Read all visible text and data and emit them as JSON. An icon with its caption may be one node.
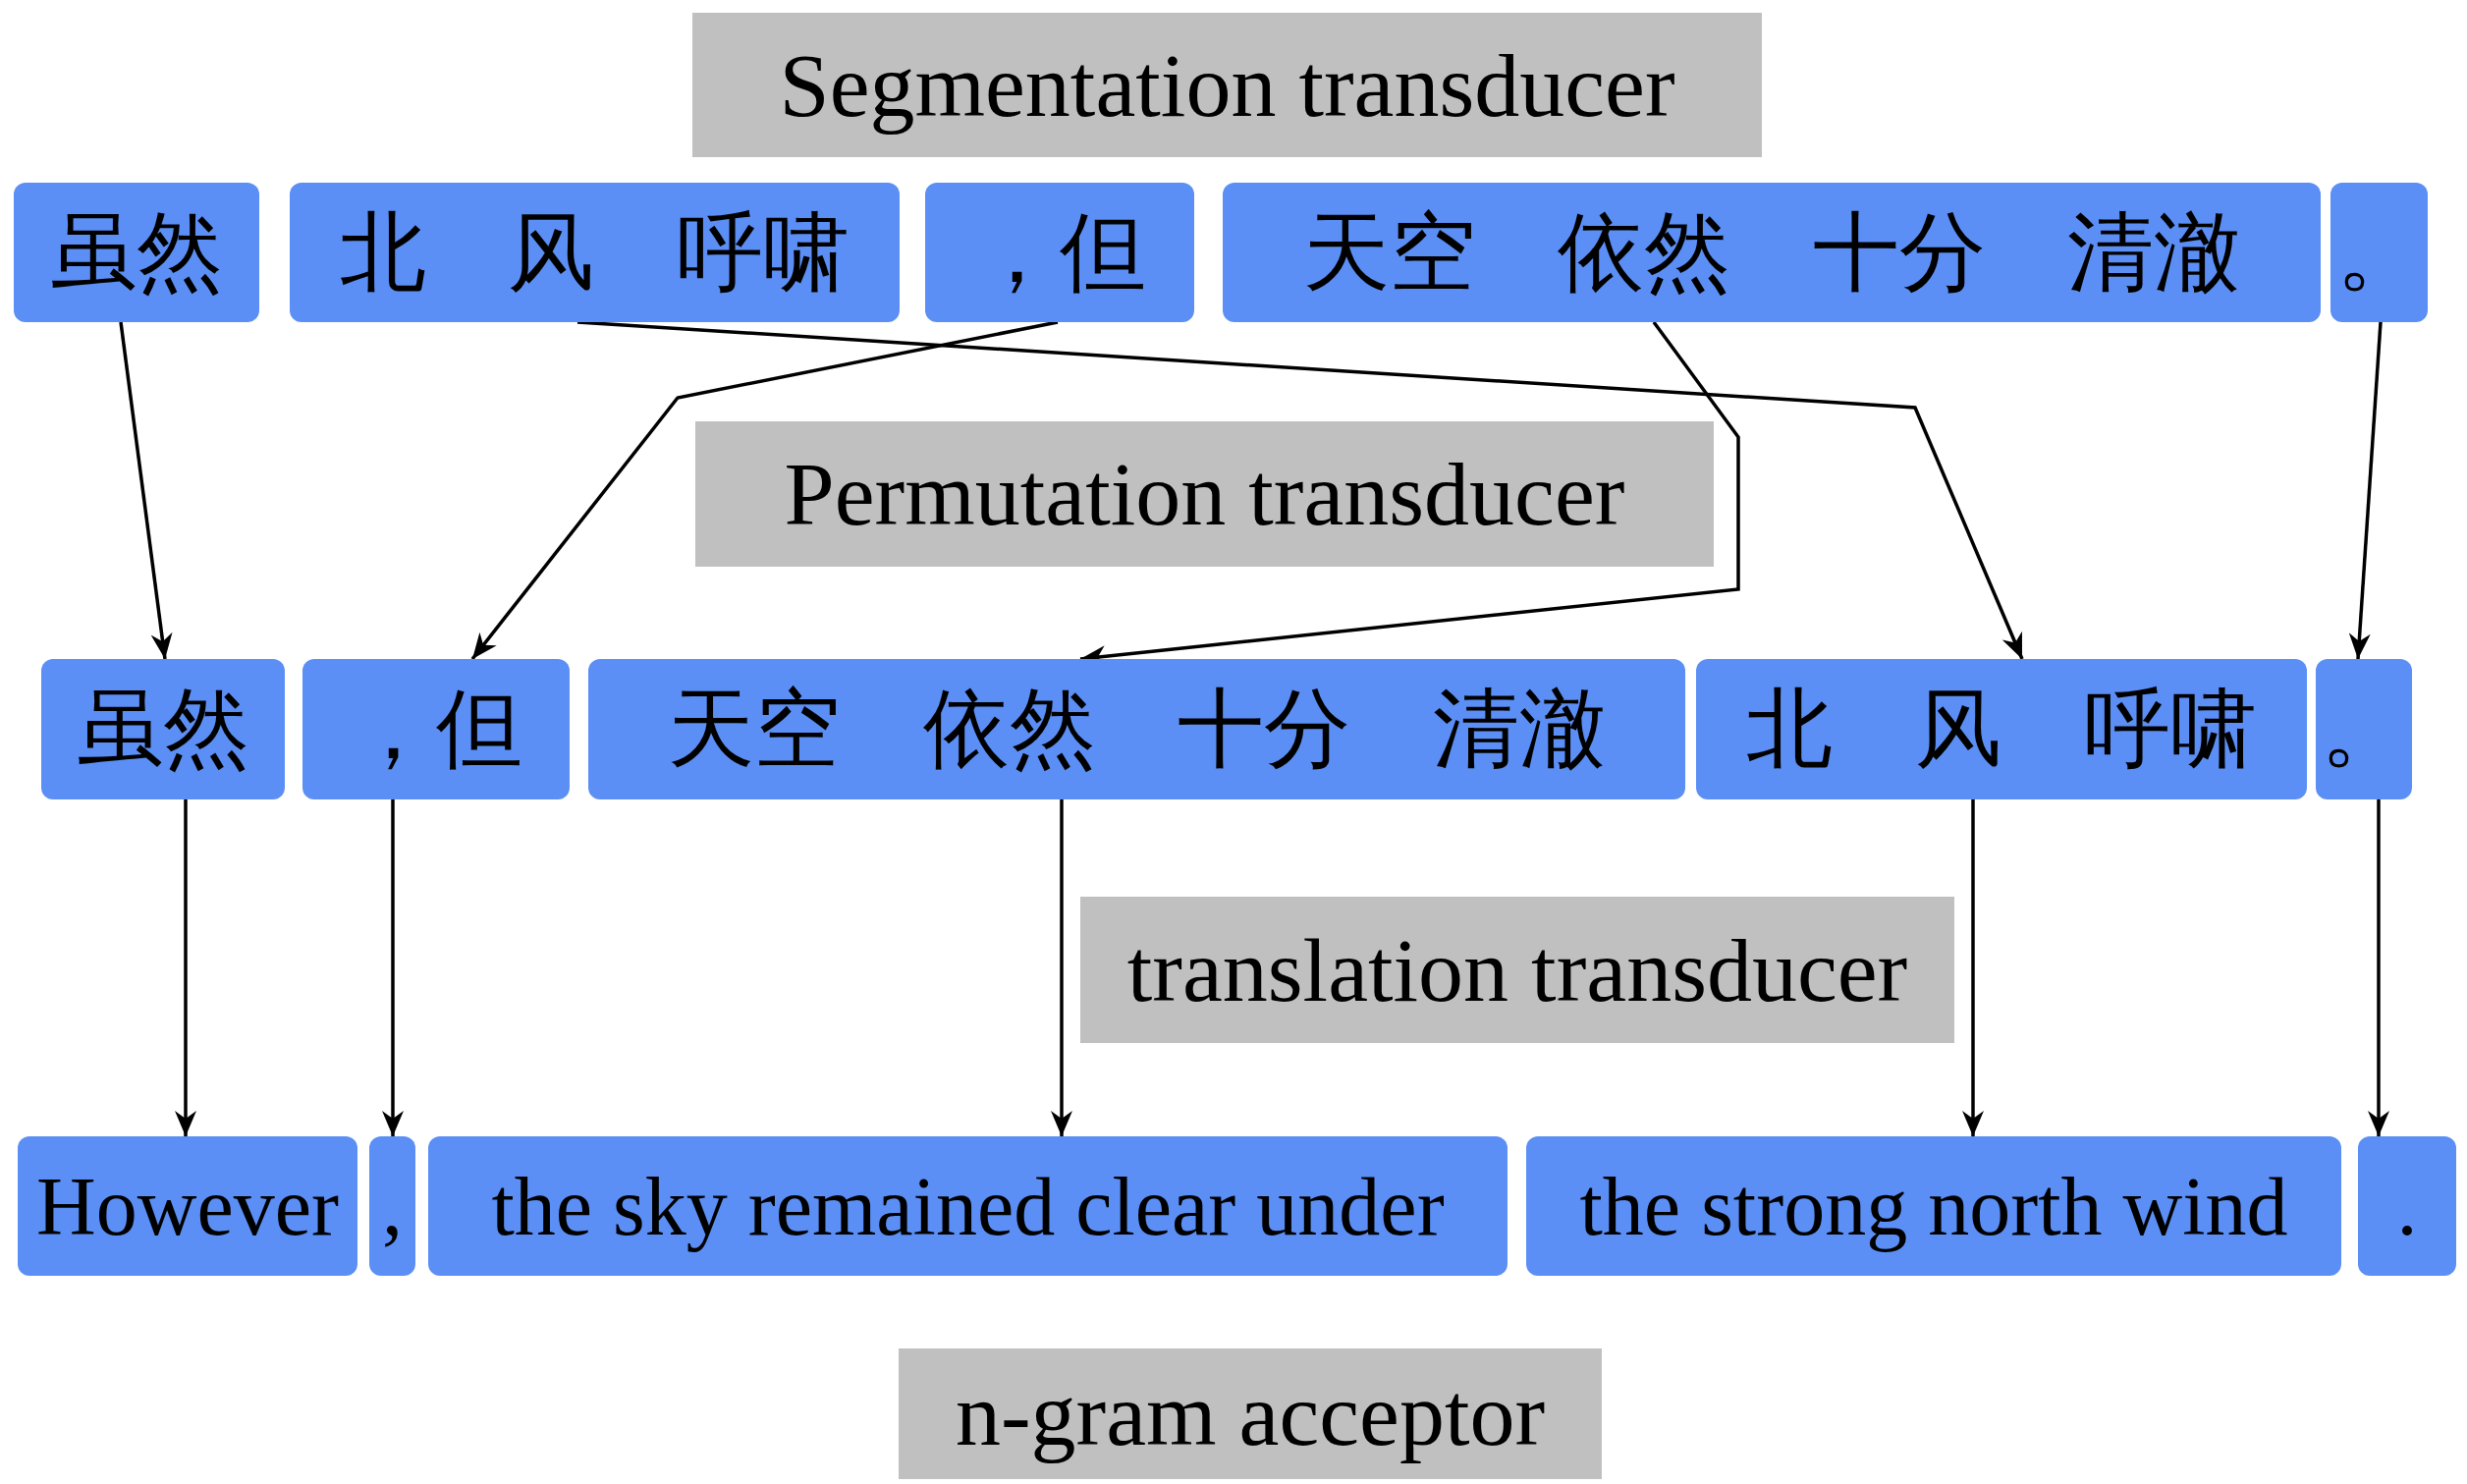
{
  "diagram": {
    "nodes": [
      {
        "text": [
          "Segmentation transducer"
        ]
      },
      {
        "text": [
          "虽然"
        ]
      },
      {
        "text": [
          "北 风 呼啸"
        ]
      },
      {
        "text": [
          "，但"
        ]
      },
      {
        "text": [
          "天空 依然 十分 清澈"
        ]
      },
      {
        "text": [
          "。"
        ]
      },
      {
        "text": [
          "Permutation transducer"
        ]
      },
      {
        "text": [
          "虽然"
        ]
      },
      {
        "text": [
          "，但"
        ]
      },
      {
        "text": [
          "天空 依然 十分 清澈"
        ]
      },
      {
        "text": [
          "北 风 呼啸"
        ]
      },
      {
        "text": [
          "。"
        ]
      },
      {
        "text": [
          "translation transducer"
        ]
      },
      {
        "text": [
          "However"
        ]
      },
      {
        "text": [
          ","
        ]
      },
      {
        "text": [
          "the sky remained clear under"
        ]
      },
      {
        "text": [
          "the strong north wind"
        ]
      },
      {
        "text": [
          "."
        ]
      },
      {
        "text": [
          "n-gram acceptor"
        ]
      }
    ],
    "edges": [
      {
        "from": 1,
        "to": 7,
        "arrow": "to"
      },
      {
        "from": 2,
        "to": 10,
        "arrow": "to"
      },
      {
        "from": 3,
        "to": 8,
        "arrow": "to"
      },
      {
        "from": 4,
        "to": 9,
        "arrow": "to"
      },
      {
        "from": 5,
        "to": 11,
        "arrow": "to"
      },
      {
        "from": 7,
        "to": 13,
        "arrow": "to"
      },
      {
        "from": 8,
        "to": 14,
        "arrow": "to"
      },
      {
        "from": 9,
        "to": 15,
        "arrow": "to"
      },
      {
        "from": 10,
        "to": 16,
        "arrow": "to"
      },
      {
        "from": 11,
        "to": 17,
        "arrow": "to"
      }
    ]
  }
}
